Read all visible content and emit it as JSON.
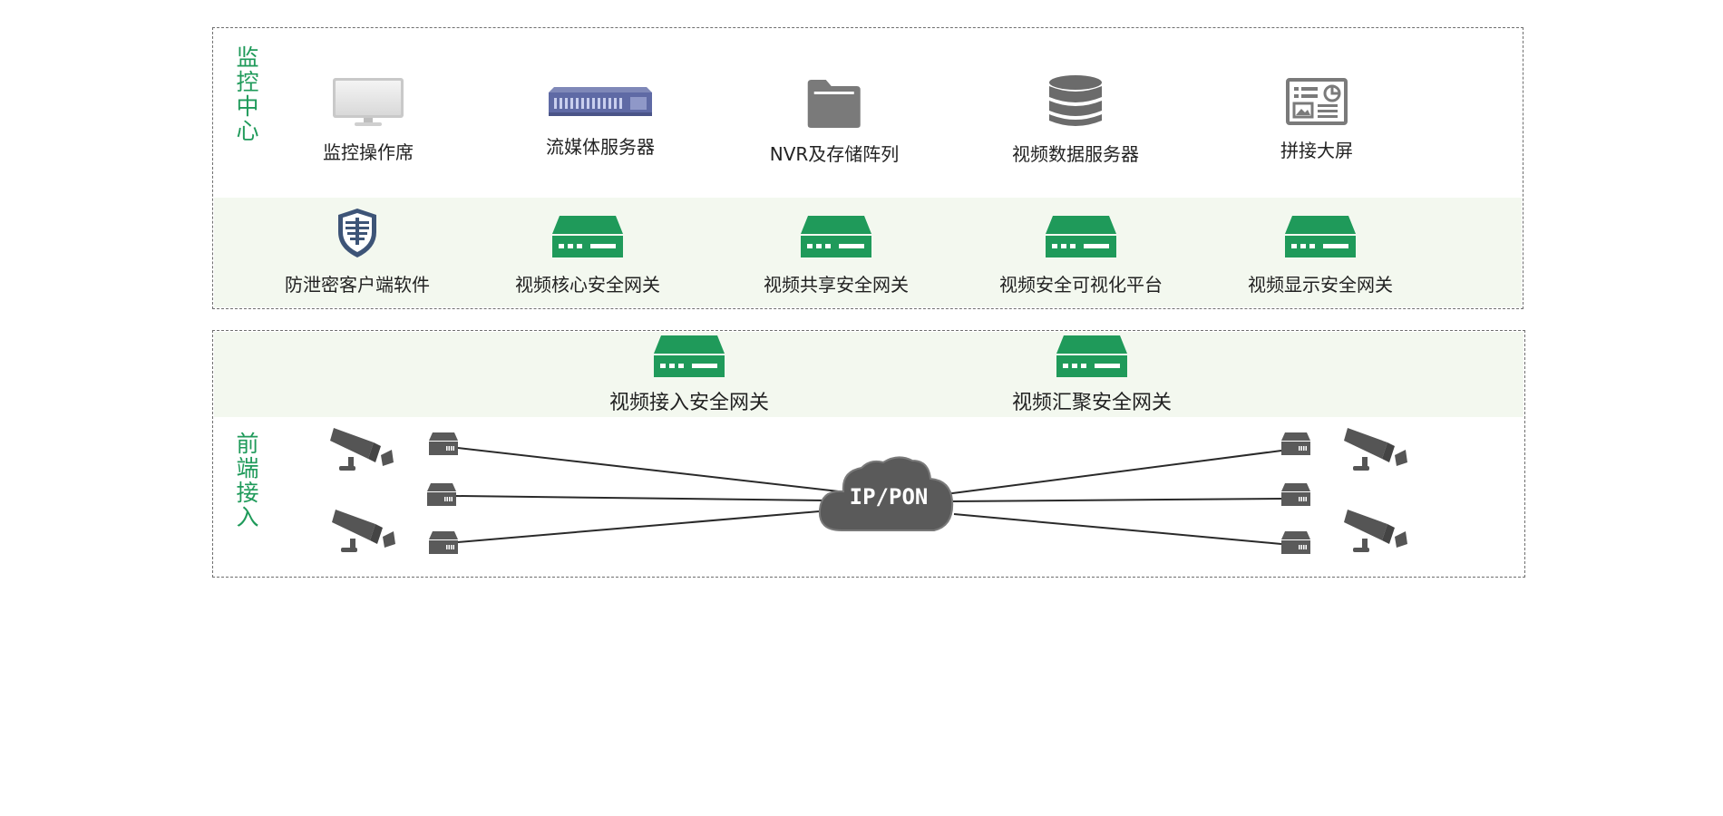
{
  "monitoring_center": {
    "title": "监控中心",
    "devices": [
      {
        "label": "监控操作席",
        "icon": "monitor-icon"
      },
      {
        "label": "流媒体服务器",
        "icon": "rack-server-icon"
      },
      {
        "label": "NVR及存储阵列",
        "icon": "folder-icon"
      },
      {
        "label": "视频数据服务器",
        "icon": "database-icon"
      },
      {
        "label": "拼接大屏",
        "icon": "dashboard-screen-icon"
      }
    ],
    "security": [
      {
        "label": "防泄密客户端软件",
        "icon": "shield-icon"
      },
      {
        "label": "视频核心安全网关",
        "icon": "gateway-icon"
      },
      {
        "label": "视频共享安全网关",
        "icon": "gateway-icon"
      },
      {
        "label": "视频安全可视化平台",
        "icon": "gateway-icon"
      },
      {
        "label": "视频显示安全网关",
        "icon": "gateway-icon"
      }
    ]
  },
  "frontend_access": {
    "title": "前端接入",
    "gateways": [
      {
        "label": "视频接入安全网关",
        "icon": "gateway-icon"
      },
      {
        "label": "视频汇聚安全网关",
        "icon": "gateway-icon"
      }
    ],
    "network": {
      "label": "IP/PON",
      "icon": "cloud-icon"
    },
    "endpoints": {
      "camera_icon": "cctv-camera-icon",
      "encoder_icon": "encoder-box-icon"
    }
  },
  "colors": {
    "accent_green": "#1f9a5a",
    "band_green": "#f3f8ef",
    "icon_grey": "#5a5a5a",
    "shield_blue": "#3d5477"
  }
}
